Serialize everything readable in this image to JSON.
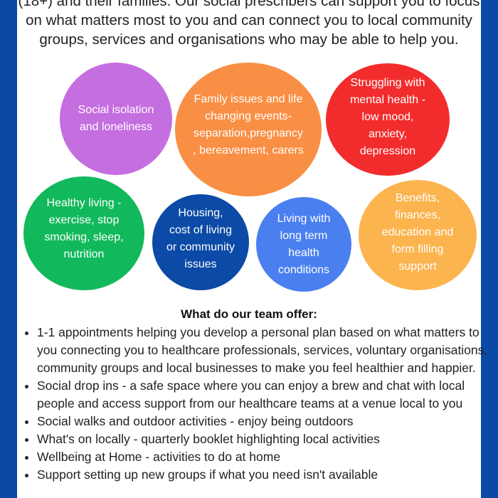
{
  "intro_lines": [
    "(18+) and their families. Our social prescribers can support you to focus",
    "on what matters most to you and can connect you to local community",
    "groups, services and organisations who may be able to help you."
  ],
  "topics": [
    {
      "lines": [
        "Social isolation",
        "and loneliness"
      ],
      "color": "#c56ee0"
    },
    {
      "lines": [
        "Family issues and life",
        "changing events-",
        "separation,pregnancy",
        ", bereavement, carers"
      ],
      "color": "#f98f45"
    },
    {
      "lines": [
        "Struggling with",
        "mental health -",
        "low mood,",
        "anxiety,",
        "depression"
      ],
      "color": "#f22c2c"
    },
    {
      "lines": [
        "Healthy living -",
        "exercise, stop",
        "smoking, sleep,",
        "nutrition"
      ],
      "color": "#12b95c"
    },
    {
      "lines": [
        "Housing,",
        "cost of living",
        "or community",
        "issues"
      ],
      "color": "#0b4aa6"
    },
    {
      "lines": [
        "Living with",
        "long term",
        "health",
        "conditions"
      ],
      "color": "#4a7ff0"
    },
    {
      "lines": [
        "Benefits,",
        "finances,",
        "education and",
        "form filling",
        "support"
      ],
      "color": "#fbb44e"
    }
  ],
  "offer_heading": "What do our team offer:",
  "offers": [
    "1-1 appointments helping you develop a personal plan based on what matters to you connecting you to healthcare professionals, services, voluntary organisations, community groups and local businesses to make you feel healthier and happier.",
    "Social drop ins - a safe space where you can enjoy a brew and chat with local people and access support from our healthcare teams at a venue local to you",
    "Social walks and outdoor activities - enjoy being outdoors",
    "What's on locally - quarterly booklet highlighting local activities",
    "Wellbeing at Home - activities to do at home",
    "Support setting up new groups if what you need isn't available"
  ],
  "border_color": "#0b49a6"
}
